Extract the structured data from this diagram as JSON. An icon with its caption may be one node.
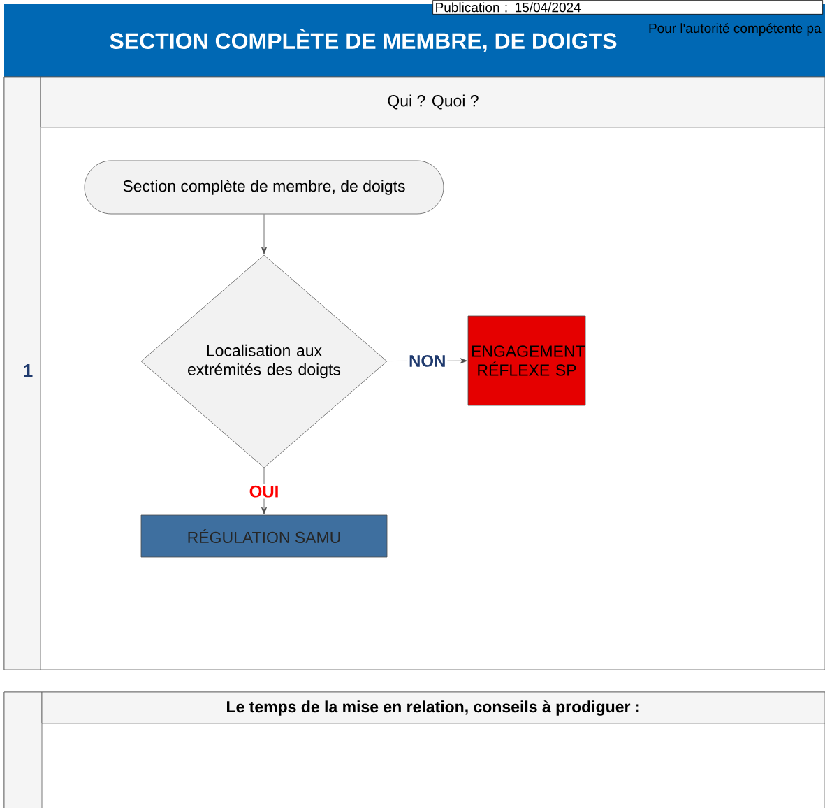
{
  "diagram": {
    "title": "SECTION COMPLÈTE DE MEMBRE, DE DOIGTS",
    "nodes": [
      {
        "text": [
          "Section complète de membre, de doigts"
        ]
      },
      {
        "text": [
          "Localisation aux extrémités des doigts"
        ]
      },
      {
        "text": [
          "ENGAGEMENT RÉFLEXE SP"
        ]
      },
      {
        "text": [
          "RÉGULATION SAMU"
        ]
      }
    ],
    "edges": [
      {
        "from": 0,
        "to": 1,
        "arrow": "to"
      },
      {
        "from": 1,
        "to": 2,
        "arrow": "to",
        "label": "NON"
      },
      {
        "from": 1,
        "to": 3,
        "arrow": "to",
        "label": "OUI"
      }
    ],
    "labels": [
      "Publication : 15/04/2024",
      "Pour l'autorité compétente pa",
      "Qui ? Quoi ?",
      "1",
      "Le temps de la mise en relation, conseils à prodiguer :"
    ]
  }
}
